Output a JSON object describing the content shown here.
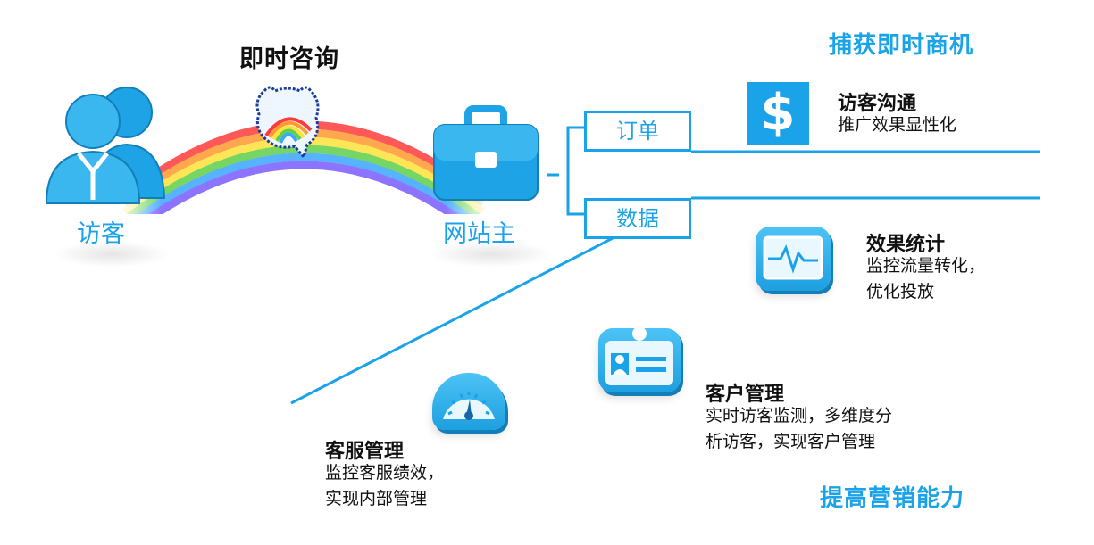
{
  "instant_consult": "即时咨询",
  "visitor_label": "访客",
  "site_owner_label": "网站主",
  "capture_slogan": "捕获即时商机",
  "improve_slogan": "提高营销能力",
  "order_label": "订单",
  "data_label": "数据",
  "features": {
    "visitor_comm": {
      "title": "访客沟通",
      "desc": "推广效果显性化"
    },
    "effect_stats": {
      "title": "效果统计",
      "desc1": "监控流量转化，",
      "desc2": "优化投放"
    },
    "customer_mgmt": {
      "title": "客户管理",
      "desc1": "实时访客监测，多维度分",
      "desc2": "析访客，实现客户管理"
    },
    "service_mgmt": {
      "title": "客服管理",
      "desc1": "监控客服绩效，",
      "desc2": "实现内部管理"
    }
  },
  "colors": {
    "accent": "#1aa3e8",
    "dark_blue": "#1468a8"
  },
  "icons": [
    "visitors-icon",
    "chat-bubble-icon",
    "briefcase-icon",
    "dollar-icon",
    "monitor-icon",
    "id-card-icon",
    "gauge-icon"
  ]
}
